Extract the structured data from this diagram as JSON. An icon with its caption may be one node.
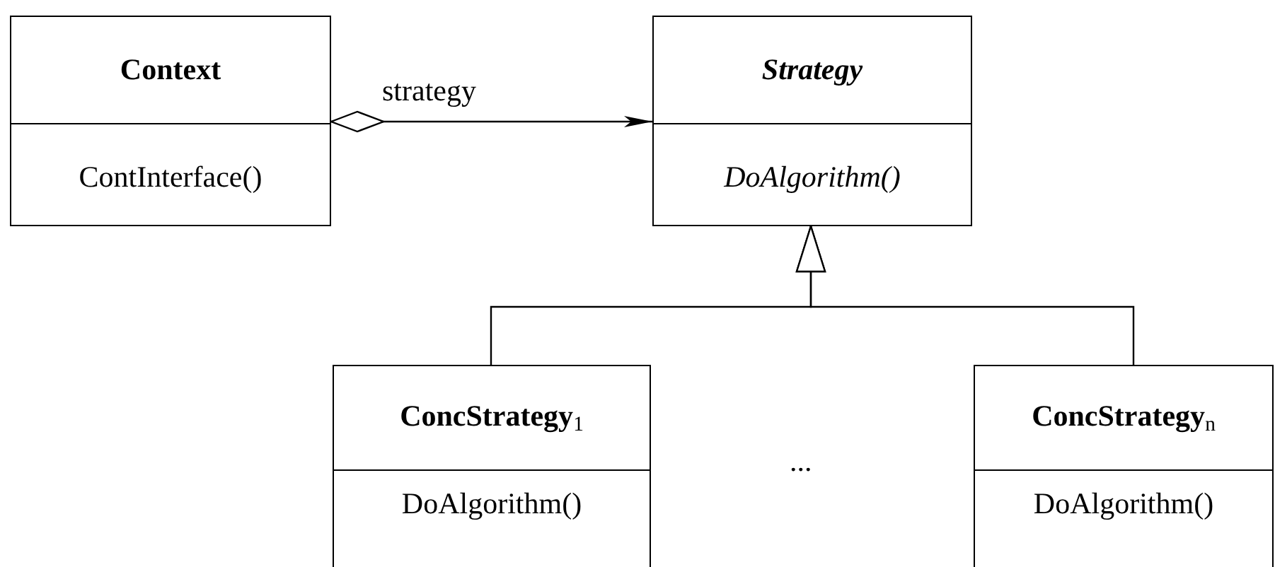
{
  "diagram": {
    "nodes": [
      {
        "text": [
          "Context",
          "ContInterface()"
        ]
      },
      {
        "text": [
          "Strategy",
          "DoAlgorithm()"
        ]
      },
      {
        "text": [
          "**ConcStrategy**$_{1}$",
          "DoAlgorithm()"
        ]
      },
      {
        "text": [
          "**ConcStrategy**$_{n}$",
          "DoAlgorithm()"
        ]
      }
    ],
    "edges": [
      {
        "from": 0,
        "to": 1,
        "arrow": "to",
        "label": "strategy"
      },
      {
        "from": 2,
        "to": 1,
        "arrow": "to"
      },
      {
        "from": 3,
        "to": 1,
        "arrow": "to"
      }
    ],
    "labels": [
      "..."
    ]
  }
}
